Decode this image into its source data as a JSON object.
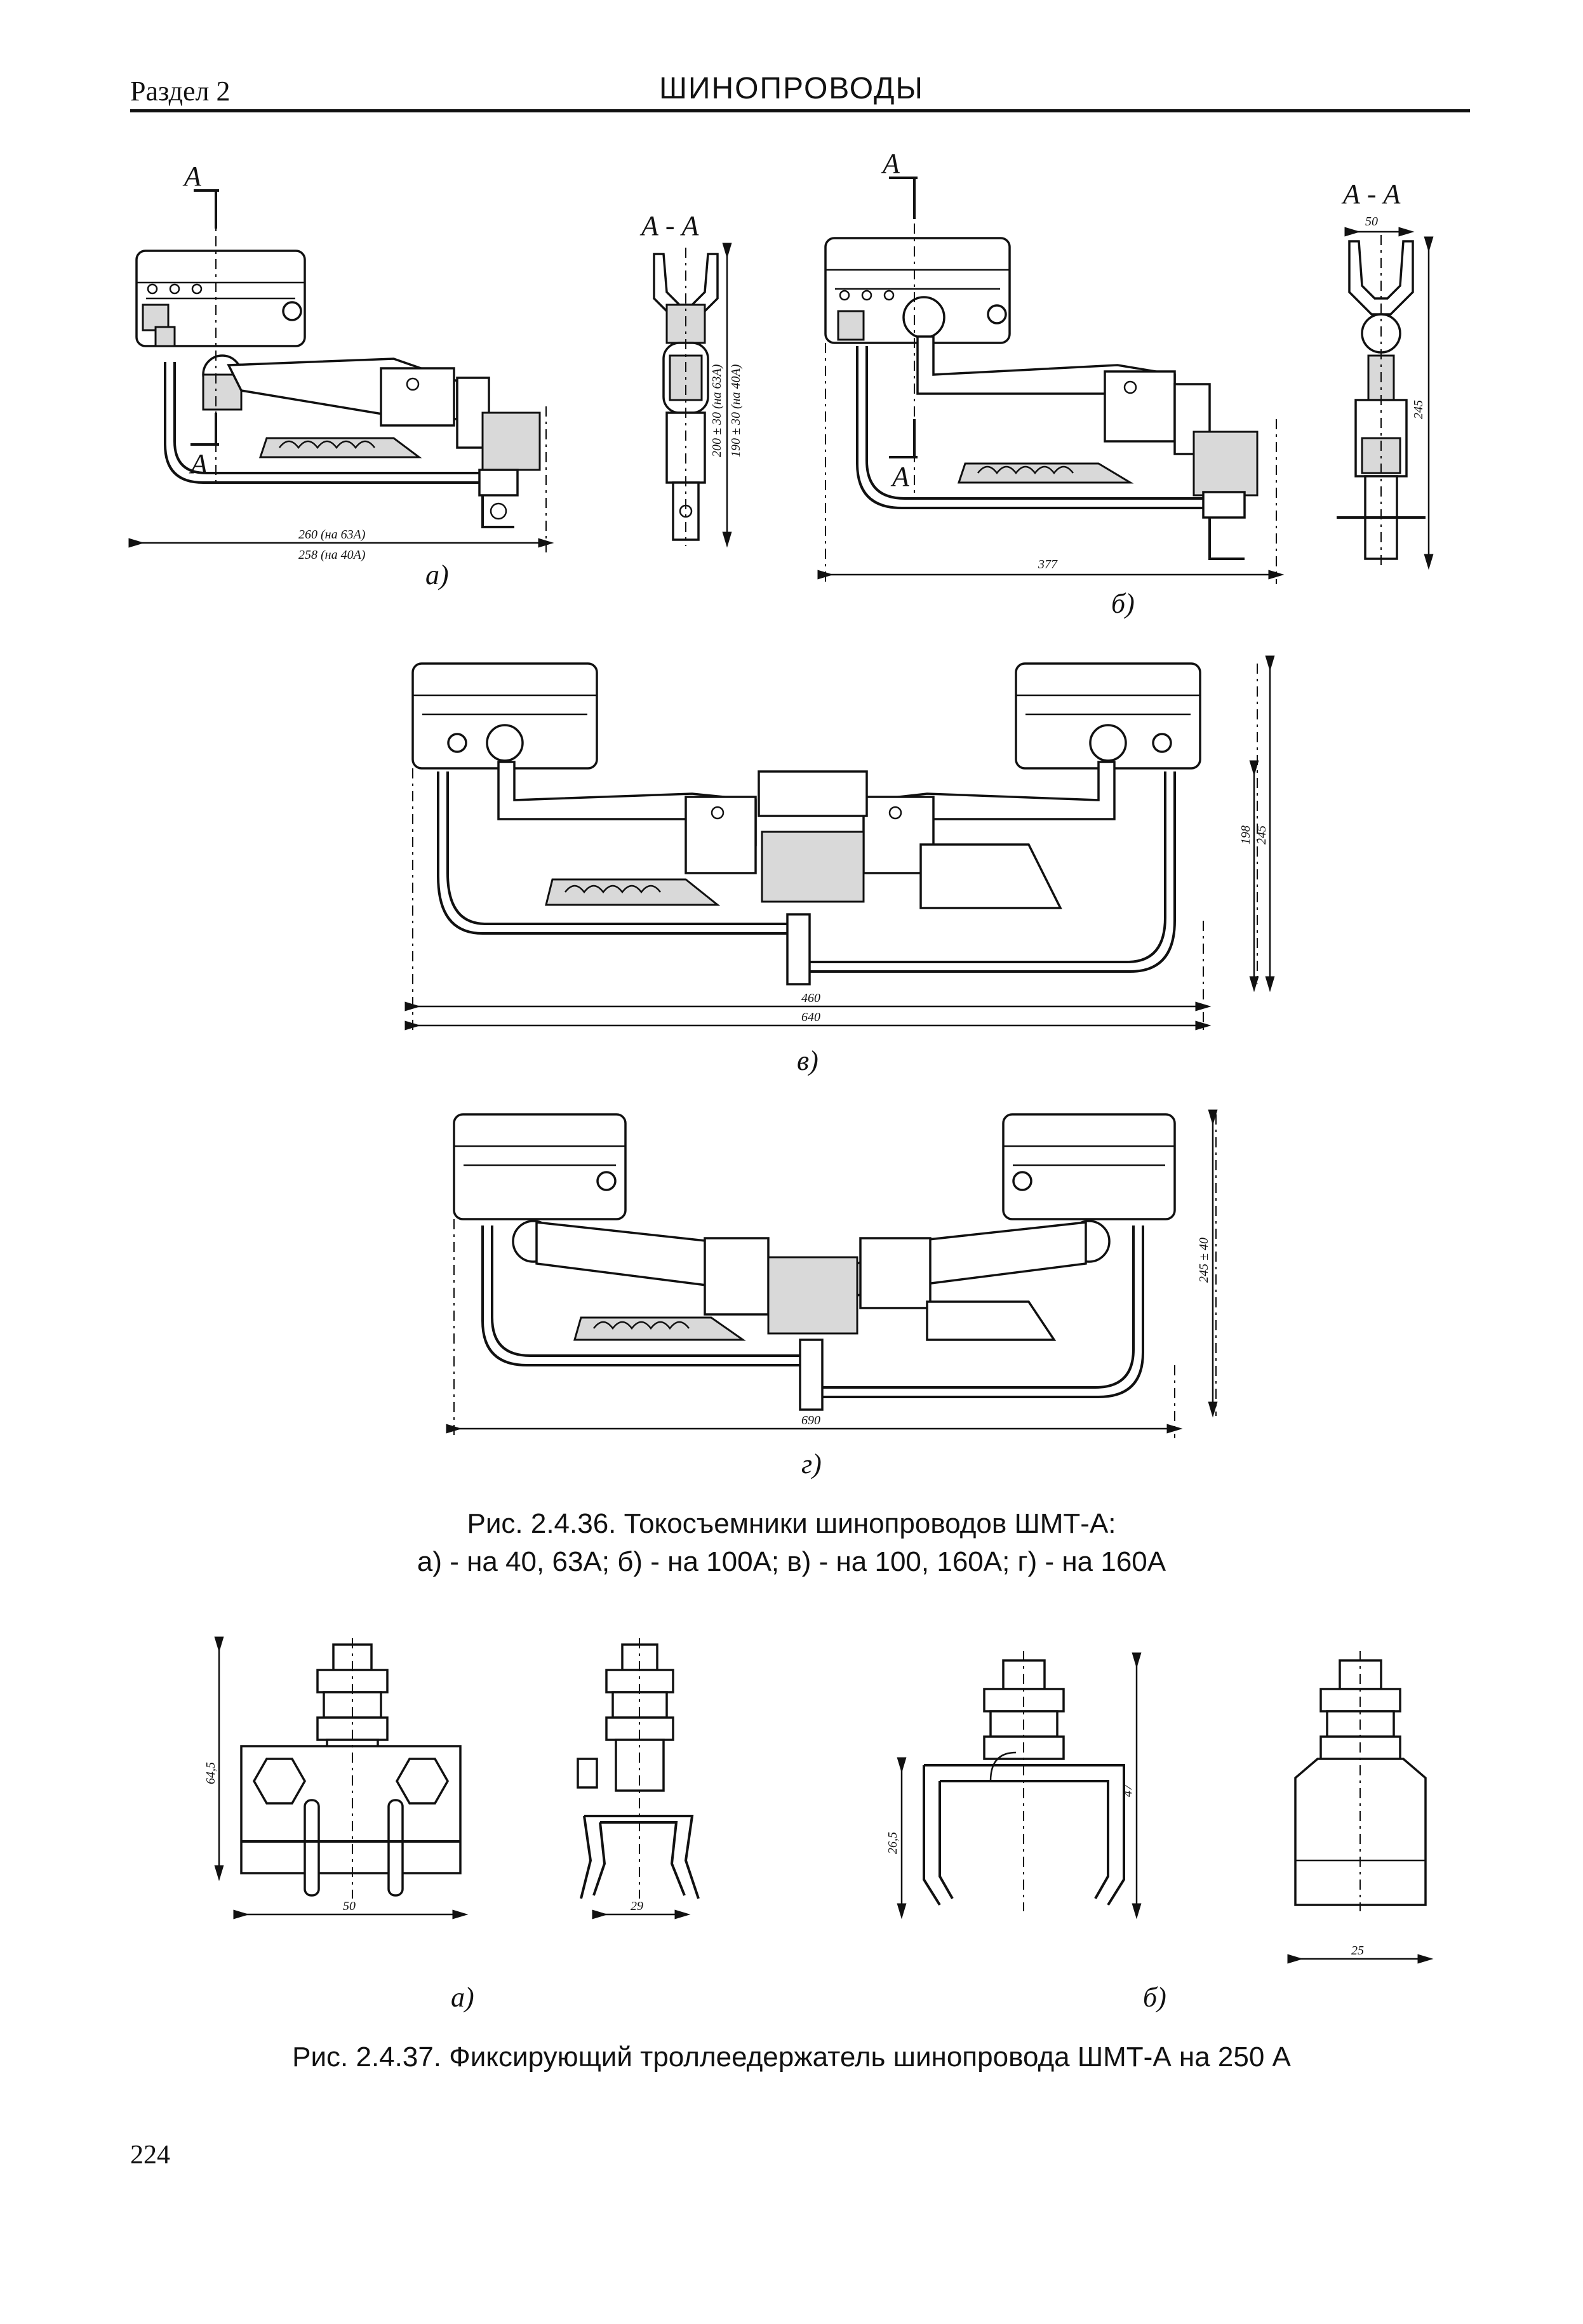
{
  "header": {
    "section": "Раздел 2",
    "title": "ШИНОПРОВОДЫ"
  },
  "figure_36": {
    "caption_line1": "Рис. 2.4.36. Токосъемники шинопроводов ШМТ-А:",
    "caption_line2": "а) - на 40, 63А; б) - на 100А; в) - на 100, 160А; г) - на 160А",
    "a": {
      "label": "а)",
      "section_mark": "А",
      "section_view": "А - А",
      "dim_width_1": "260 (на 63А)",
      "dim_width_2": "258 (на 40А)",
      "dim_height_1": "200 ± 30 (на 63А)",
      "dim_height_2": "190 ± 30 (на 40А)"
    },
    "b": {
      "label": "б)",
      "section_mark": "А",
      "section_view": "А - А",
      "dim_width": "377",
      "dim_top": "50",
      "dim_height": "245"
    },
    "v": {
      "label": "в)",
      "dim_width_1": "460",
      "dim_width_2": "640",
      "dim_height_1": "198",
      "dim_height_2": "245"
    },
    "g": {
      "label": "г)",
      "dim_width": "690",
      "dim_height": "245 ± 40"
    }
  },
  "figure_37": {
    "caption": "Рис. 2.4.37. Фиксирующий троллеедержатель шинопровода ШМТ-А на 250 А",
    "a": {
      "label": "а)",
      "dim_height": "64,5",
      "dim_width": "50",
      "dim_side": "29"
    },
    "b": {
      "label": "б)",
      "dim_height_1": "26,5",
      "dim_height_2": "47",
      "dim_width": "25"
    }
  },
  "page_number": "224"
}
